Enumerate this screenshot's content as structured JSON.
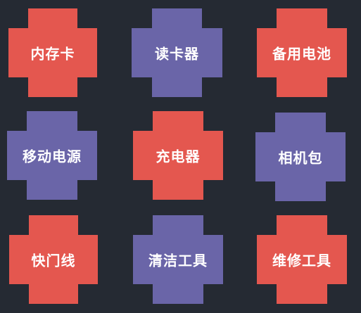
{
  "colors": {
    "background": "#252a33",
    "red": "#e4574f",
    "purple": "#6a65a8",
    "text": "#ffffff"
  },
  "tiles": [
    {
      "label": "内存卡",
      "color": "red"
    },
    {
      "label": "读卡器",
      "color": "purple"
    },
    {
      "label": "备用电池",
      "color": "red"
    },
    {
      "label": "移动电源",
      "color": "purple"
    },
    {
      "label": "充电器",
      "color": "red"
    },
    {
      "label": "相机包",
      "color": "purple"
    },
    {
      "label": "快门线",
      "color": "red"
    },
    {
      "label": "清洁工具",
      "color": "purple"
    },
    {
      "label": "维修工具",
      "color": "red"
    }
  ]
}
